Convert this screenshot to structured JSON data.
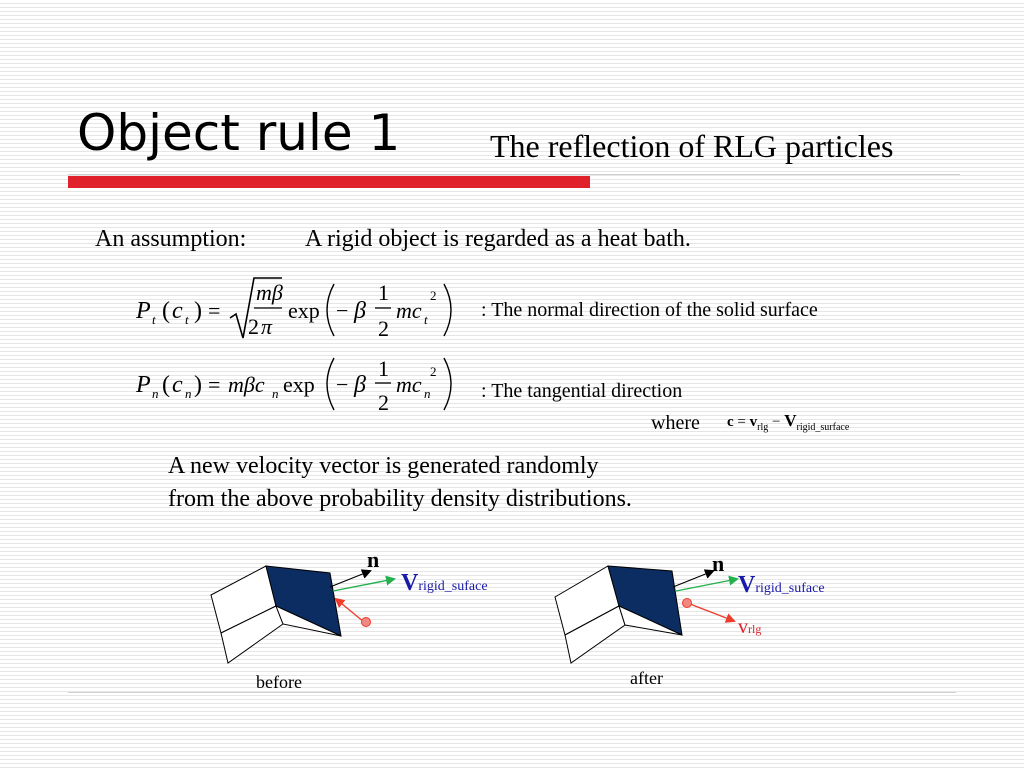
{
  "title": "Object rule 1",
  "subtitle": "The reflection of RLG particles",
  "assumption": {
    "label": "An assumption:",
    "text": "A rigid object is regarded as a heat bath."
  },
  "formula_tangential_note": ": The normal direction of the solid surface",
  "formula_normal_note": ": The tangential direction",
  "where": {
    "label": "where",
    "c": "c",
    "eq": "=",
    "v_rlg": "v",
    "rlg_sub": "rlg",
    "minus": "−",
    "v_rigid": "V",
    "rigid_sub": "rigid_surface"
  },
  "new_velocity": {
    "line1": "A new velocity vector is generated randomly",
    "line2": "from the above probability density distributions."
  },
  "diagram_before": {
    "normal_label": "n",
    "v_label": "V",
    "v_sub": "rigid_suface",
    "caption": "before"
  },
  "diagram_after": {
    "normal_label": "n",
    "v_label": "V",
    "v_sub": "rigid_suface",
    "rlg_label": "v",
    "rlg_sub": "rlg",
    "caption": "after"
  },
  "colors": {
    "accent_red": "#e0202a",
    "face_blue": "#0c2d62",
    "arrow_green": "#22b14c",
    "arrow_red": "#ee3b2c",
    "label_blue": "#1a1aa8",
    "label_red": "#e0202a"
  }
}
